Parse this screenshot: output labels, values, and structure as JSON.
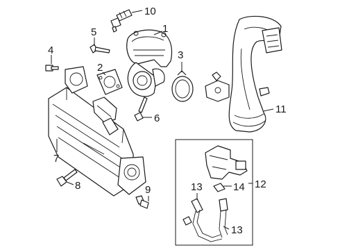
{
  "callouts": [
    {
      "id": "c1",
      "text": "1"
    },
    {
      "id": "c2",
      "text": "2"
    },
    {
      "id": "c3",
      "text": "3"
    },
    {
      "id": "c4",
      "text": "4"
    },
    {
      "id": "c5",
      "text": "5"
    },
    {
      "id": "c6",
      "text": "6"
    },
    {
      "id": "c7",
      "text": "7"
    },
    {
      "id": "c8",
      "text": "8"
    },
    {
      "id": "c9",
      "text": "9"
    },
    {
      "id": "c10",
      "text": "10"
    },
    {
      "id": "c11",
      "text": "11"
    },
    {
      "id": "c12",
      "text": "12"
    },
    {
      "id": "c13a",
      "text": "13"
    },
    {
      "id": "c13b",
      "text": "13"
    },
    {
      "id": "c14",
      "text": "14"
    }
  ]
}
